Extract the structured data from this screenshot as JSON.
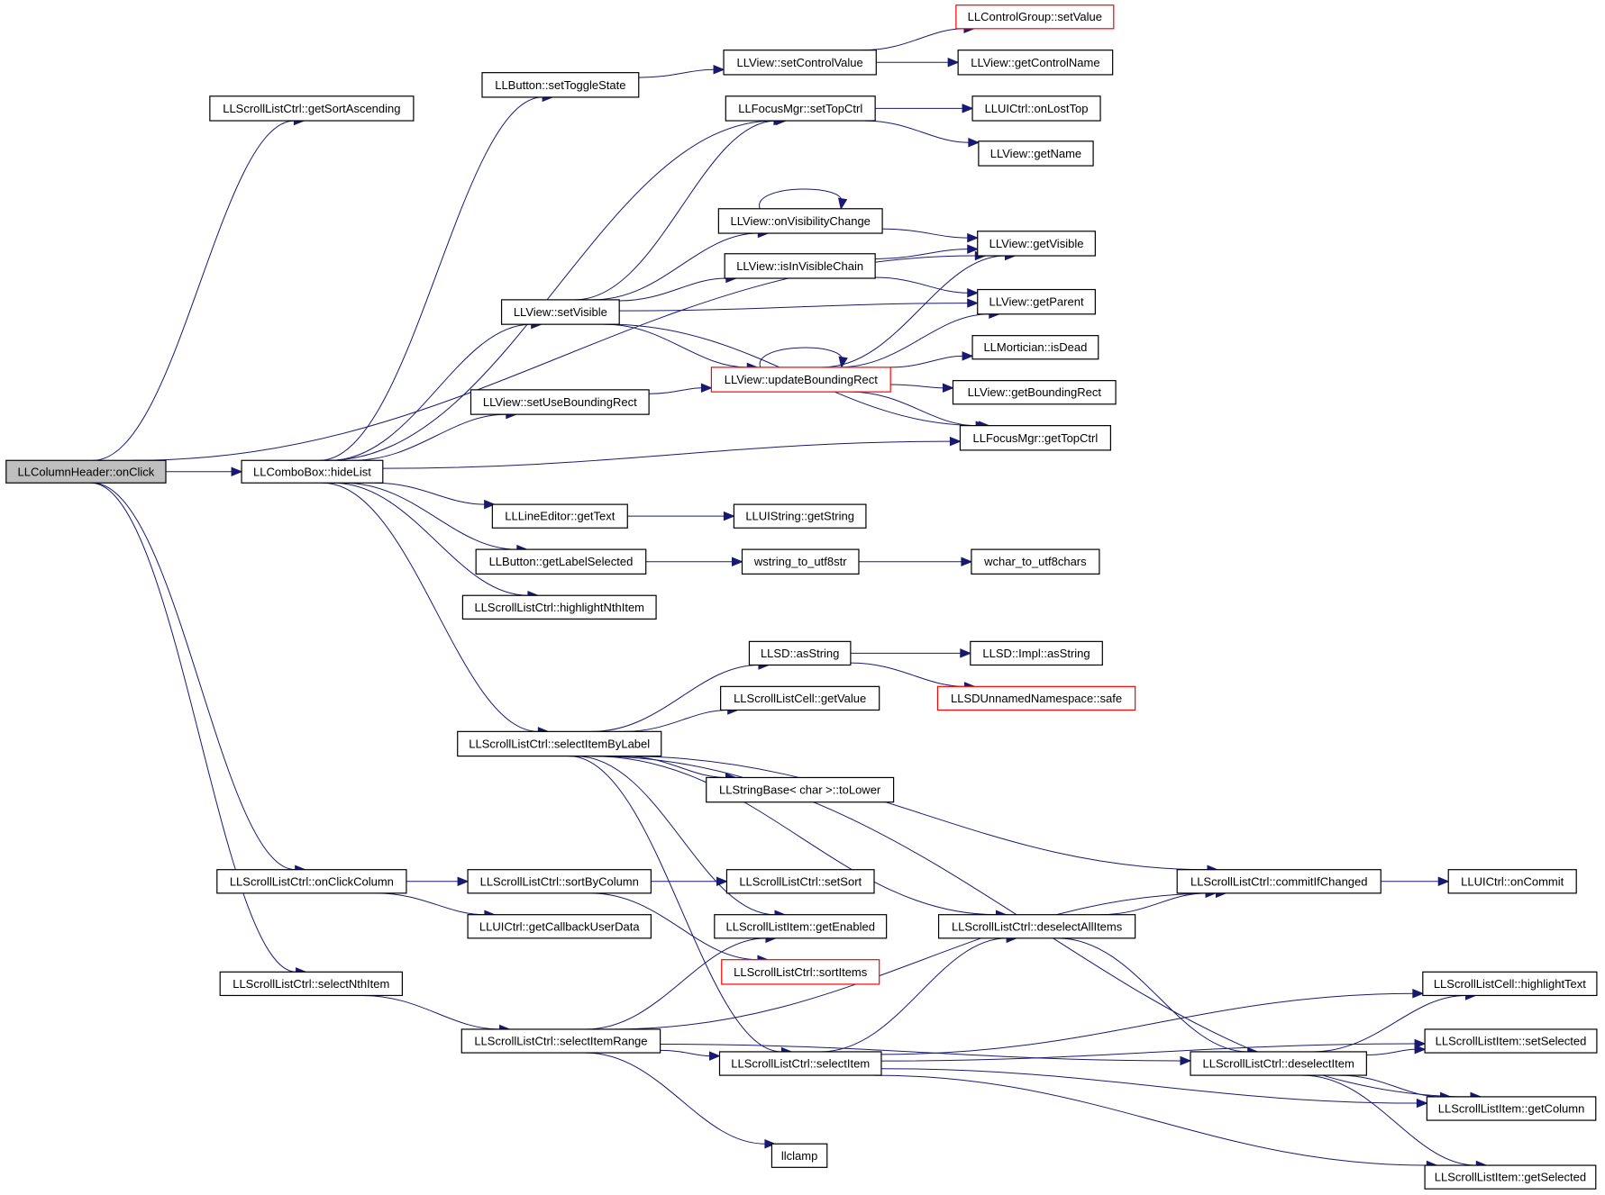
{
  "diagram": {
    "colors": {
      "edge": "#191970",
      "node_border": "#000000",
      "truncated_border": "#ff0000",
      "root_fill": "#bfbfbf",
      "node_fill": "#ffffff"
    },
    "nodes": [
      {
        "id": "root",
        "label": "LLColumnHeader::onClick",
        "style": "root"
      },
      {
        "id": "getSortAscending",
        "label": "LLScrollListCtrl::getSortAscending",
        "style": "normal"
      },
      {
        "id": "hideList",
        "label": "LLComboBox::hideList",
        "style": "normal"
      },
      {
        "id": "onClickColumn",
        "label": "LLScrollListCtrl::onClickColumn",
        "style": "normal"
      },
      {
        "id": "selectNthItem",
        "label": "LLScrollListCtrl::selectNthItem",
        "style": "normal"
      },
      {
        "id": "setToggleState",
        "label": "LLButton::setToggleState",
        "style": "normal"
      },
      {
        "id": "setVisible",
        "label": "LLView::setVisible",
        "style": "normal"
      },
      {
        "id": "setUseBoundingRect",
        "label": "LLView::setUseBoundingRect",
        "style": "normal"
      },
      {
        "id": "getText",
        "label": "LLLineEditor::getText",
        "style": "normal"
      },
      {
        "id": "getLabelSelected",
        "label": "LLButton::getLabelSelected",
        "style": "normal"
      },
      {
        "id": "highlightNthItem",
        "label": "LLScrollListCtrl::highlightNthItem",
        "style": "normal"
      },
      {
        "id": "selectItemByLabel",
        "label": "LLScrollListCtrl::selectItemByLabel",
        "style": "normal"
      },
      {
        "id": "sortByColumn",
        "label": "LLScrollListCtrl::sortByColumn",
        "style": "normal"
      },
      {
        "id": "getCallbackUserData",
        "label": "LLUICtrl::getCallbackUserData",
        "style": "normal"
      },
      {
        "id": "selectItemRange",
        "label": "LLScrollListCtrl::selectItemRange",
        "style": "normal"
      },
      {
        "id": "setControlValue",
        "label": "LLView::setControlValue",
        "style": "normal"
      },
      {
        "id": "setTopCtrl",
        "label": "LLFocusMgr::setTopCtrl",
        "style": "normal"
      },
      {
        "id": "onVisibilityChange",
        "label": "LLView::onVisibilityChange",
        "style": "normal"
      },
      {
        "id": "isInVisibleChain",
        "label": "LLView::isInVisibleChain",
        "style": "normal"
      },
      {
        "id": "updateBoundingRect",
        "label": "LLView::updateBoundingRect",
        "style": "truncated"
      },
      {
        "id": "getString",
        "label": "LLUIString::getString",
        "style": "normal"
      },
      {
        "id": "wstring_to_utf8str",
        "label": "wstring_to_utf8str",
        "style": "normal"
      },
      {
        "id": "asString",
        "label": "LLSD::asString",
        "style": "normal"
      },
      {
        "id": "getValue",
        "label": "LLScrollListCell::getValue",
        "style": "normal"
      },
      {
        "id": "toLower",
        "label": "LLStringBase< char >::toLower",
        "style": "normal"
      },
      {
        "id": "setSort",
        "label": "LLScrollListCtrl::setSort",
        "style": "normal"
      },
      {
        "id": "getEnabled",
        "label": "LLScrollListItem::getEnabled",
        "style": "normal"
      },
      {
        "id": "sortItems",
        "label": "LLScrollListCtrl::sortItems",
        "style": "truncated"
      },
      {
        "id": "selectItem",
        "label": "LLScrollListCtrl::selectItem",
        "style": "normal"
      },
      {
        "id": "llclamp",
        "label": "llclamp",
        "style": "normal"
      },
      {
        "id": "cgSetValue",
        "label": "LLControlGroup::setValue",
        "style": "truncated"
      },
      {
        "id": "getControlName",
        "label": "LLView::getControlName",
        "style": "normal"
      },
      {
        "id": "onLostTop",
        "label": "LLUICtrl::onLostTop",
        "style": "normal"
      },
      {
        "id": "getName",
        "label": "LLView::getName",
        "style": "normal"
      },
      {
        "id": "getVisible",
        "label": "LLView::getVisible",
        "style": "normal"
      },
      {
        "id": "getParent",
        "label": "LLView::getParent",
        "style": "normal"
      },
      {
        "id": "isDead",
        "label": "LLMortician::isDead",
        "style": "normal"
      },
      {
        "id": "getBoundingRect",
        "label": "LLView::getBoundingRect",
        "style": "normal"
      },
      {
        "id": "getTopCtrl",
        "label": "LLFocusMgr::getTopCtrl",
        "style": "normal"
      },
      {
        "id": "wchar_to_utf8chars",
        "label": "wchar_to_utf8chars",
        "style": "normal"
      },
      {
        "id": "implAsString",
        "label": "LLSD::Impl::asString",
        "style": "normal"
      },
      {
        "id": "safe",
        "label": "LLSDUnnamedNamespace::safe",
        "style": "truncated"
      },
      {
        "id": "deselectAllItems",
        "label": "LLScrollListCtrl::deselectAllItems",
        "style": "normal"
      },
      {
        "id": "commitIfChanged",
        "label": "LLScrollListCtrl::commitIfChanged",
        "style": "normal"
      },
      {
        "id": "deselectItem",
        "label": "LLScrollListCtrl::deselectItem",
        "style": "normal"
      },
      {
        "id": "onCommit",
        "label": "LLUICtrl::onCommit",
        "style": "normal"
      },
      {
        "id": "highlightText",
        "label": "LLScrollListCell::highlightText",
        "style": "normal"
      },
      {
        "id": "setSelected",
        "label": "LLScrollListItem::setSelected",
        "style": "normal"
      },
      {
        "id": "getColumn",
        "label": "LLScrollListItem::getColumn",
        "style": "normal"
      },
      {
        "id": "getSelected",
        "label": "LLScrollListItem::getSelected",
        "style": "normal"
      }
    ],
    "edges": [
      [
        "root",
        "getSortAscending"
      ],
      [
        "root",
        "hideList"
      ],
      [
        "root",
        "onClickColumn"
      ],
      [
        "root",
        "selectNthItem"
      ],
      [
        "root",
        "getVisible"
      ],
      [
        "hideList",
        "setToggleState"
      ],
      [
        "hideList",
        "setTopCtrl"
      ],
      [
        "hideList",
        "setVisible"
      ],
      [
        "hideList",
        "setUseBoundingRect"
      ],
      [
        "hideList",
        "getTopCtrl"
      ],
      [
        "hideList",
        "getText"
      ],
      [
        "hideList",
        "getLabelSelected"
      ],
      [
        "hideList",
        "highlightNthItem"
      ],
      [
        "hideList",
        "selectItemByLabel"
      ],
      [
        "setToggleState",
        "setControlValue"
      ],
      [
        "setControlValue",
        "cgSetValue"
      ],
      [
        "setControlValue",
        "getControlName"
      ],
      [
        "setTopCtrl",
        "onLostTop"
      ],
      [
        "setTopCtrl",
        "getName"
      ],
      [
        "setVisible",
        "setTopCtrl"
      ],
      [
        "setVisible",
        "onVisibilityChange"
      ],
      [
        "setVisible",
        "isInVisibleChain"
      ],
      [
        "setVisible",
        "getParent"
      ],
      [
        "setVisible",
        "updateBoundingRect"
      ],
      [
        "setVisible",
        "getTopCtrl"
      ],
      [
        "onVisibilityChange",
        "onVisibilityChange"
      ],
      [
        "onVisibilityChange",
        "getVisible"
      ],
      [
        "isInVisibleChain",
        "getVisible"
      ],
      [
        "isInVisibleChain",
        "getParent"
      ],
      [
        "setUseBoundingRect",
        "updateBoundingRect"
      ],
      [
        "updateBoundingRect",
        "updateBoundingRect"
      ],
      [
        "updateBoundingRect",
        "getVisible"
      ],
      [
        "updateBoundingRect",
        "getParent"
      ],
      [
        "updateBoundingRect",
        "isDead"
      ],
      [
        "updateBoundingRect",
        "getBoundingRect"
      ],
      [
        "updateBoundingRect",
        "getTopCtrl"
      ],
      [
        "getText",
        "getString"
      ],
      [
        "getLabelSelected",
        "wstring_to_utf8str"
      ],
      [
        "wstring_to_utf8str",
        "wchar_to_utf8chars"
      ],
      [
        "selectItemByLabel",
        "asString"
      ],
      [
        "selectItemByLabel",
        "getValue"
      ],
      [
        "selectItemByLabel",
        "toLower"
      ],
      [
        "selectItemByLabel",
        "commitIfChanged"
      ],
      [
        "selectItemByLabel",
        "deselectAllItems"
      ],
      [
        "selectItemByLabel",
        "getEnabled"
      ],
      [
        "selectItemByLabel",
        "selectItem"
      ],
      [
        "selectItemByLabel",
        "getColumn"
      ],
      [
        "asString",
        "implAsString"
      ],
      [
        "asString",
        "safe"
      ],
      [
        "onClickColumn",
        "sortByColumn"
      ],
      [
        "onClickColumn",
        "getCallbackUserData"
      ],
      [
        "sortByColumn",
        "setSort"
      ],
      [
        "sortByColumn",
        "sortItems"
      ],
      [
        "selectNthItem",
        "selectItemRange"
      ],
      [
        "selectItemRange",
        "getEnabled"
      ],
      [
        "selectItemRange",
        "commitIfChanged"
      ],
      [
        "selectItemRange",
        "selectItem"
      ],
      [
        "selectItemRange",
        "deselectItem"
      ],
      [
        "selectItemRange",
        "llclamp"
      ],
      [
        "selectItem",
        "deselectAllItems"
      ],
      [
        "selectItem",
        "highlightText"
      ],
      [
        "selectItem",
        "setSelected"
      ],
      [
        "selectItem",
        "getColumn"
      ],
      [
        "selectItem",
        "getSelected"
      ],
      [
        "deselectAllItems",
        "commitIfChanged"
      ],
      [
        "deselectAllItems",
        "deselectItem"
      ],
      [
        "commitIfChanged",
        "onCommit"
      ],
      [
        "deselectItem",
        "highlightText"
      ],
      [
        "deselectItem",
        "setSelected"
      ],
      [
        "deselectItem",
        "getColumn"
      ],
      [
        "deselectItem",
        "getSelected"
      ]
    ]
  }
}
